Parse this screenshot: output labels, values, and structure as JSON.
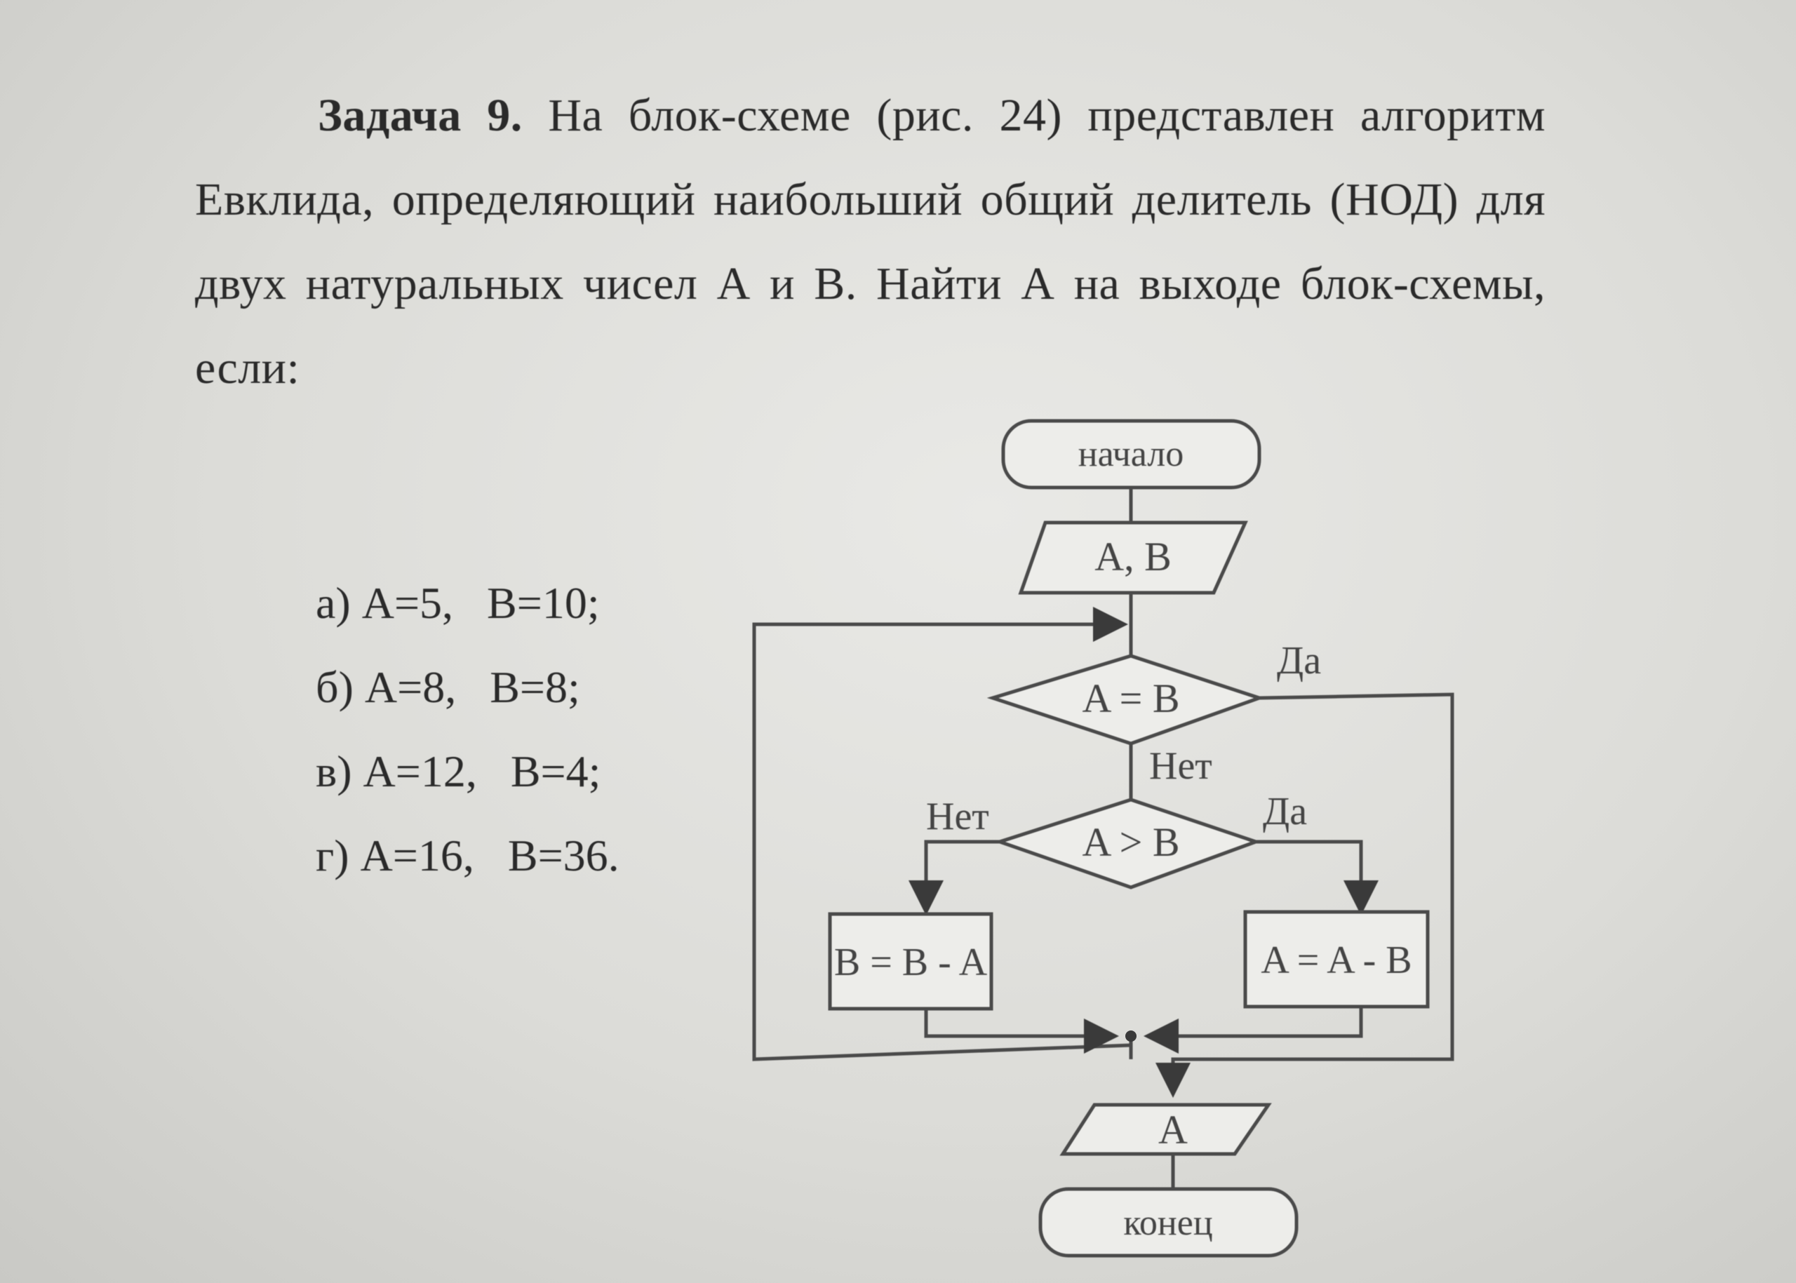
{
  "task": {
    "title": "Задача 9.",
    "text": "На блок-схеме (рис. 24) представлен алгоритм Евклида, определяющий наибольший общий делитель (НОД) для двух натуральных чисел А и В. Найти А на выходе блок-схемы, если:"
  },
  "options": [
    {
      "label": "а) A=5,   B=10;"
    },
    {
      "label": "б) A=8,   B=8;"
    },
    {
      "label": "в) A=12,   B=4;"
    },
    {
      "label": "г) A=16,   B=36."
    }
  ],
  "flowchart": {
    "start": "начало",
    "input": "А, В",
    "cond1": "A = B",
    "cond1_yes": "Да",
    "cond1_no": "Нет",
    "cond2": "A > B",
    "cond2_yes": "Да",
    "cond2_no": "Нет",
    "left_action": "B = B - A",
    "right_action": "A = A - B",
    "output": "A",
    "end": "конец"
  }
}
